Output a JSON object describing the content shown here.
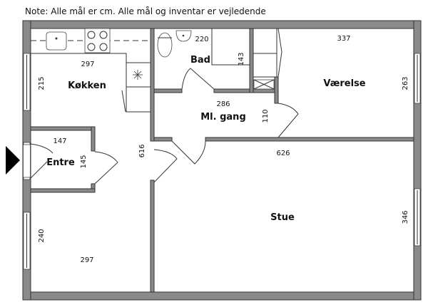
{
  "note": "Note: Alle mål er cm. Alle mål og inventar er vejledende",
  "rooms": {
    "kitchen": {
      "name": "Køkken",
      "width": "297",
      "depth": "215"
    },
    "bath": {
      "name": "Bad",
      "width": "220",
      "depth": "143"
    },
    "bedroom": {
      "name": "Værelse",
      "width": "337",
      "depth": "263"
    },
    "hallway": {
      "name": "Ml. gang",
      "width": "286",
      "depth": "110"
    },
    "entrance": {
      "name": "Entre",
      "width": "147",
      "depth": "145"
    },
    "living": {
      "name": "Stue",
      "width": "626",
      "depth": "346"
    },
    "bottom_left": {
      "width": "297",
      "depth": "240"
    },
    "corridor": {
      "length": "616"
    }
  },
  "icons": {
    "entry": "entry-arrow-icon"
  },
  "colors": {
    "wall": "#8a8a8a",
    "line": "#333333"
  }
}
